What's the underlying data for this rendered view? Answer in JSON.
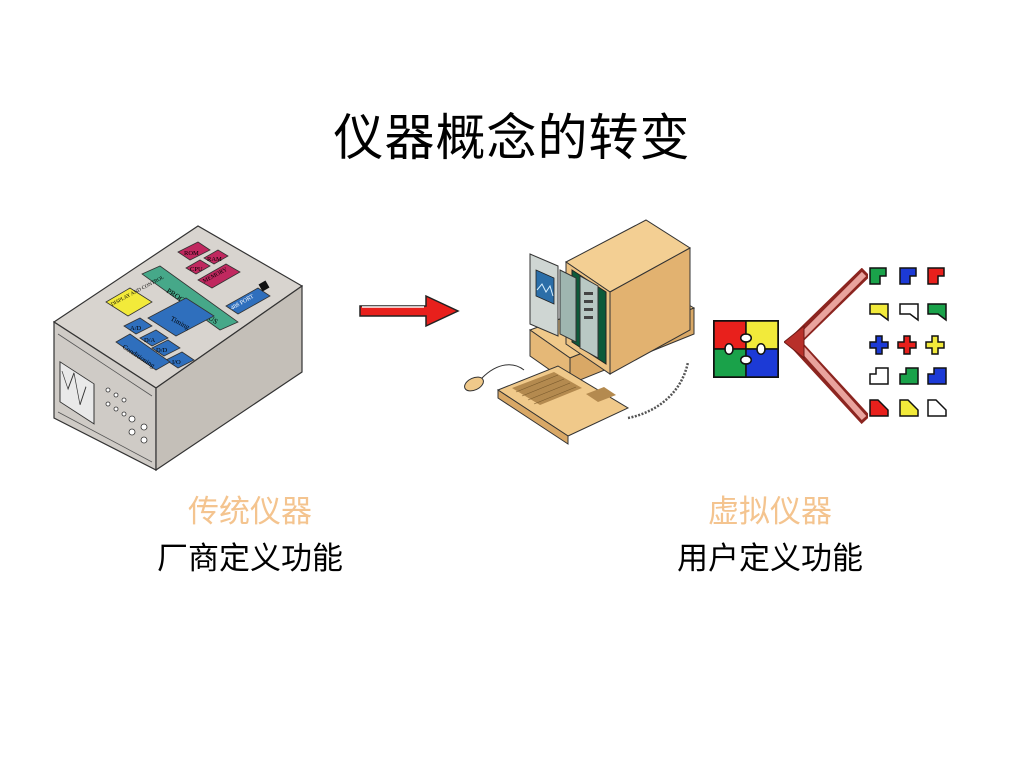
{
  "slide": {
    "title": "仪器概念的转变"
  },
  "traditional": {
    "heading": "传统仪器",
    "subtitle": "厂商定义功能",
    "panel_labels": {
      "rom": "ROM",
      "ram": "RAM",
      "cpu": "CPU",
      "memory": "MEMORY",
      "processor_bus": "PROCESSOR BUS",
      "display": "DISPLAY AND CONTROL",
      "port": "488 PORT",
      "timing": "Timing",
      "ad": "A/D",
      "da": "D/A",
      "dd": "D/D",
      "io": "I/O",
      "conditioning": "Conditioning"
    }
  },
  "virtual": {
    "heading": "虚拟仪器",
    "subtitle": "用户定义功能"
  },
  "colors": {
    "heading": "#f4c48f",
    "arrow_red": "#e8201c",
    "chevron_red": "#b8302a",
    "computer_tan": "#f0c98a",
    "screen_green": "#0d5a3a"
  }
}
